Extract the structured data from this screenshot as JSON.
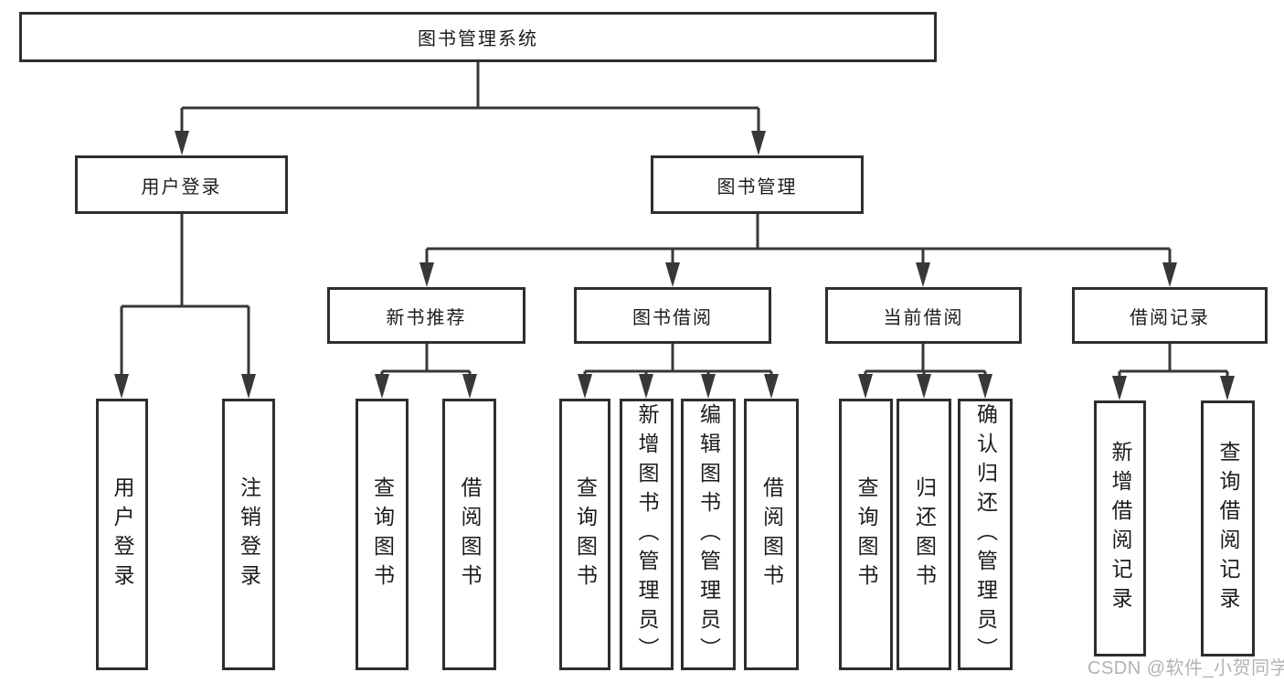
{
  "colors": {
    "background": "#ffffff",
    "box_border": "#2e2e2e",
    "connector": "#383838",
    "text": "#1c1c1c",
    "watermark": "#b3b3b3"
  },
  "root": {
    "label": "图书管理系统"
  },
  "level2": [
    {
      "label": "用户登录"
    },
    {
      "label": "图书管理"
    }
  ],
  "level3": [
    {
      "label": "新书推荐",
      "parent": "图书管理"
    },
    {
      "label": "图书借阅",
      "parent": "图书管理"
    },
    {
      "label": "当前借阅",
      "parent": "图书管理"
    },
    {
      "label": "借阅记录",
      "parent": "图书管理"
    }
  ],
  "leaves": [
    {
      "label": "用户登录",
      "parent": "用户登录"
    },
    {
      "label": "注销登录",
      "parent": "用户登录"
    },
    {
      "label": "查询图书",
      "parent": "新书推荐"
    },
    {
      "label": "借阅图书",
      "parent": "新书推荐"
    },
    {
      "label": "查询图书",
      "parent": "图书借阅"
    },
    {
      "label": "新增图书（管理员）",
      "parent": "图书借阅"
    },
    {
      "label": "编辑图书（管理员）",
      "parent": "图书借阅"
    },
    {
      "label": "借阅图书",
      "parent": "图书借阅"
    },
    {
      "label": "查询图书",
      "parent": "当前借阅"
    },
    {
      "label": "归还图书",
      "parent": "当前借阅"
    },
    {
      "label": "确认归还（管理员）",
      "parent": "当前借阅"
    },
    {
      "label": "新增借阅记录",
      "parent": "借阅记录"
    },
    {
      "label": "查询借阅记录",
      "parent": "借阅记录"
    }
  ],
  "watermark": {
    "text": "CSDN @软件_小贺同学"
  }
}
